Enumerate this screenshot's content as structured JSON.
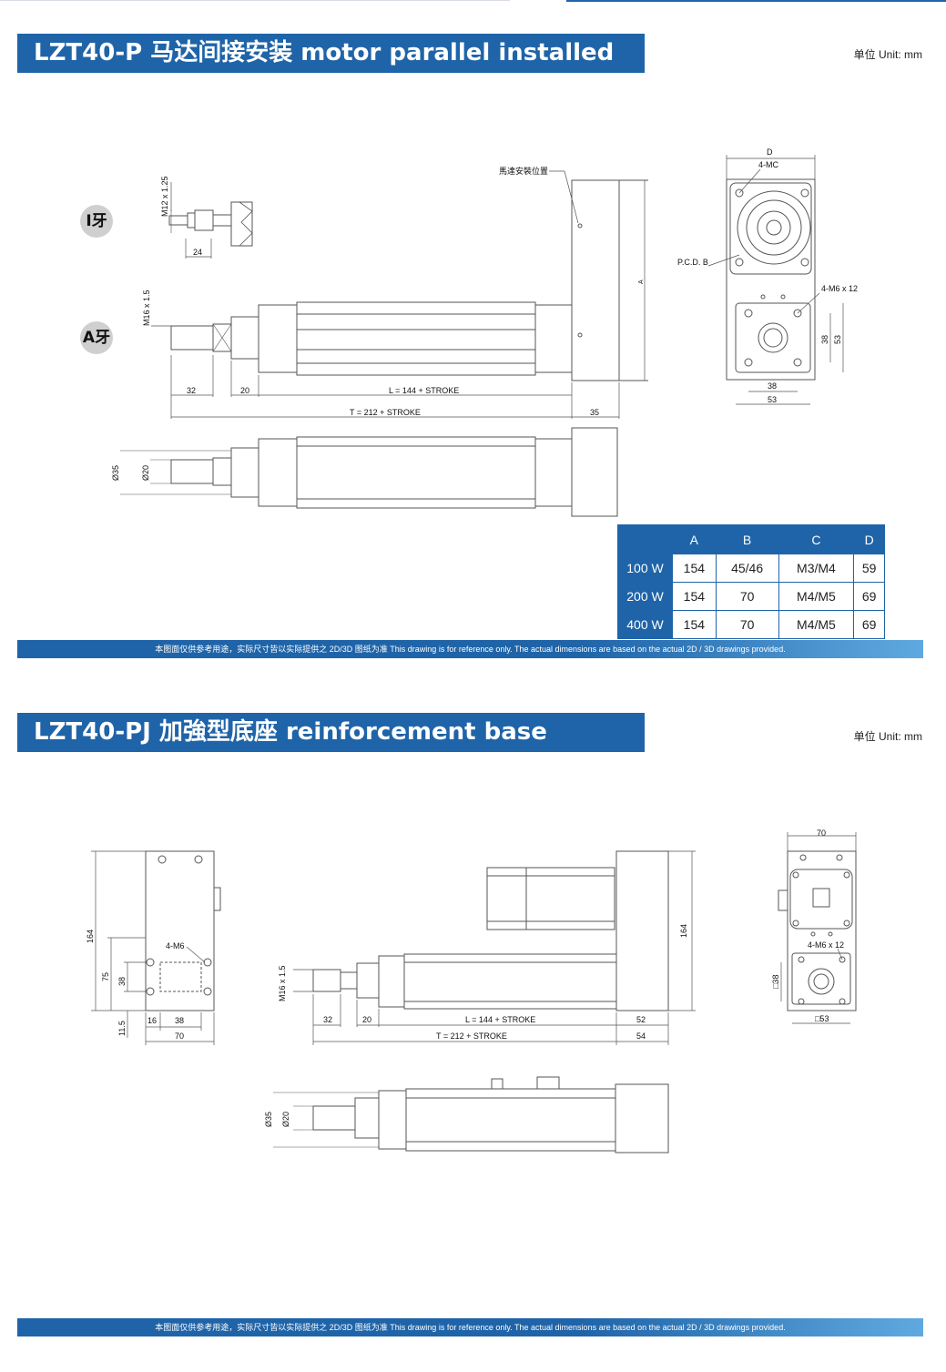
{
  "section1": {
    "title": "LZT40-P 马达间接安装 motor parallel installed",
    "unit": "单位 Unit:  mm",
    "badges": {
      "i_thread": "I牙",
      "a_thread": "A牙"
    },
    "labels": {
      "motor_position": "馬達安裝位置",
      "m12": "M12 x 1.25",
      "dim24": "24",
      "m16": "M16 x 1.5",
      "dim32": "32",
      "dim20": "20",
      "L": "L = 144 + STROKE",
      "T": "T = 212 + STROKE",
      "dim35": "35",
      "A": "A",
      "d35": "Ø35",
      "d20": "Ø20",
      "D": "D",
      "mc": "4-MC",
      "pcd": "P.C.D. B",
      "m6x12": "4-M6 x 12",
      "v38": "38",
      "v53": "53",
      "h38": "38",
      "h53": "53"
    },
    "table": {
      "headers": [
        "",
        "A",
        "B",
        "C",
        "D"
      ],
      "rows": [
        {
          "power": "100 W",
          "A": "154",
          "B": "45/46",
          "C": "M3/M4",
          "D": "59"
        },
        {
          "power": "200 W",
          "A": "154",
          "B": "70",
          "C": "M4/M5",
          "D": "69"
        },
        {
          "power": "400 W",
          "A": "154",
          "B": "70",
          "C": "M4/M5",
          "D": "69"
        }
      ]
    },
    "footer": "本图面仅供参考用途，实际尺寸皆以实际提供之 2D/3D 图纸为准 This drawing is for reference only. The actual dimensions are based on the actual 2D / 3D drawings provided."
  },
  "section2": {
    "title": "LZT40-PJ 加強型底座 reinforcement base",
    "unit": "单位 Unit:  mm",
    "labels": {
      "d164_left": "164",
      "m6": "4-M6",
      "d75": "75",
      "d38_v": "38",
      "d11_5": "11.5",
      "d16": "16",
      "d38_h": "38",
      "d70_left": "70",
      "m16": "M16 x 1.5",
      "dim32": "32",
      "dim20": "20",
      "L": "L = 144 + STROKE",
      "T": "T = 212 + STROKE",
      "d52": "52",
      "d54": "54",
      "d164_right": "164",
      "d70_top": "70",
      "m6x12": "4-M6 x 12",
      "sq38": "□38",
      "sq53": "□53",
      "d35": "Ø35",
      "d20": "Ø20"
    },
    "footer": "本图面仅供参考用途，实际尺寸皆以实际提供之 2D/3D 图纸为准 This drawing is for reference only. The actual dimensions are based on the actual 2D / 3D drawings provided."
  }
}
